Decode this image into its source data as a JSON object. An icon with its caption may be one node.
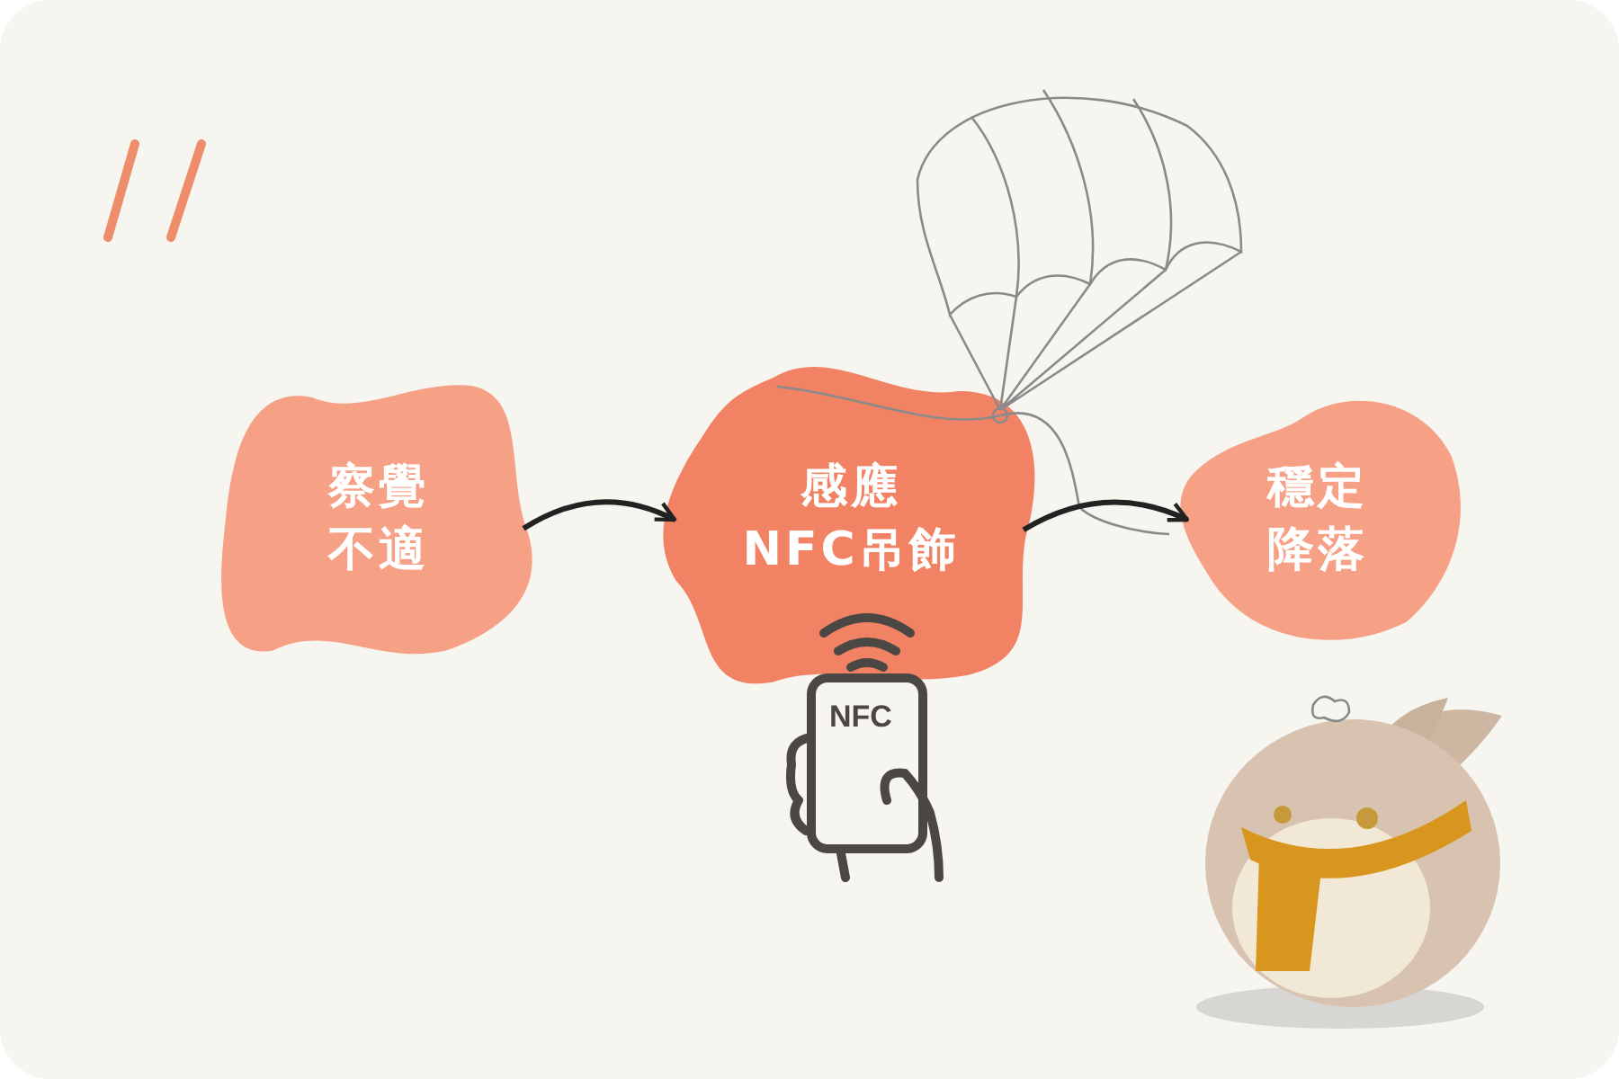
{
  "diagram": {
    "nodes": [
      {
        "text": [
          "察覺不適"
        ]
      },
      {
        "text": [
          "感應NFC吊飾"
        ]
      },
      {
        "text": [
          "穩定降落"
        ]
      }
    ],
    "edges": [
      {
        "from": 0,
        "to": 1,
        "arrow": "to"
      },
      {
        "from": 1,
        "to": 2,
        "arrow": "to"
      }
    ],
    "labels": [
      "NFC"
    ]
  }
}
